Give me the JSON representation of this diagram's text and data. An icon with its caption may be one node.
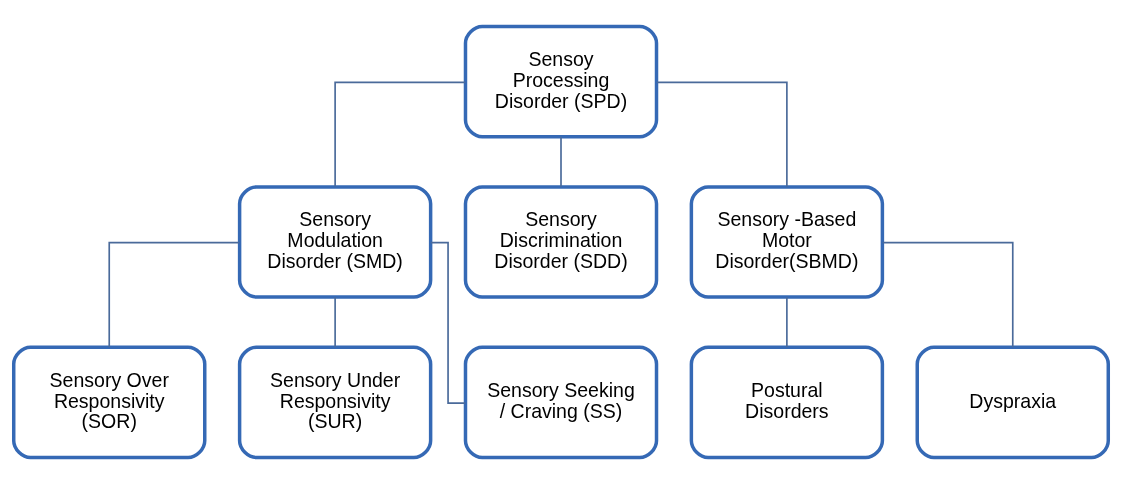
{
  "diagram": {
    "nodes": [
      {
        "text": [
          "Sensoy Processing Disorder (SPD)"
        ]
      },
      {
        "text": [
          "Sensory Modulation Disorder (SMD)"
        ]
      },
      {
        "text": [
          "Sensory Discrimination Disorder (SDD)"
        ]
      },
      {
        "text": [
          "Sensory -Based Motor Disorder(SBMD)"
        ]
      },
      {
        "text": [
          "Sensory Over Responsivity (SOR)"
        ]
      },
      {
        "text": [
          "Sensory Under Responsivity (SUR)"
        ]
      },
      {
        "text": [
          "Sensory Seeking / Craving (SS)"
        ]
      },
      {
        "text": [
          "Postural Disorders"
        ]
      },
      {
        "text": [
          "Dyspraxia"
        ]
      }
    ],
    "edges": [
      {
        "from": 0,
        "to": 1,
        "arrow": "none"
      },
      {
        "from": 0,
        "to": 2,
        "arrow": "none"
      },
      {
        "from": 0,
        "to": 3,
        "arrow": "none"
      },
      {
        "from": 1,
        "to": 4,
        "arrow": "none"
      },
      {
        "from": 1,
        "to": 5,
        "arrow": "none"
      },
      {
        "from": 1,
        "to": 6,
        "arrow": "none"
      },
      {
        "from": 3,
        "to": 7,
        "arrow": "none"
      },
      {
        "from": 3,
        "to": 8,
        "arrow": "none"
      }
    ]
  }
}
